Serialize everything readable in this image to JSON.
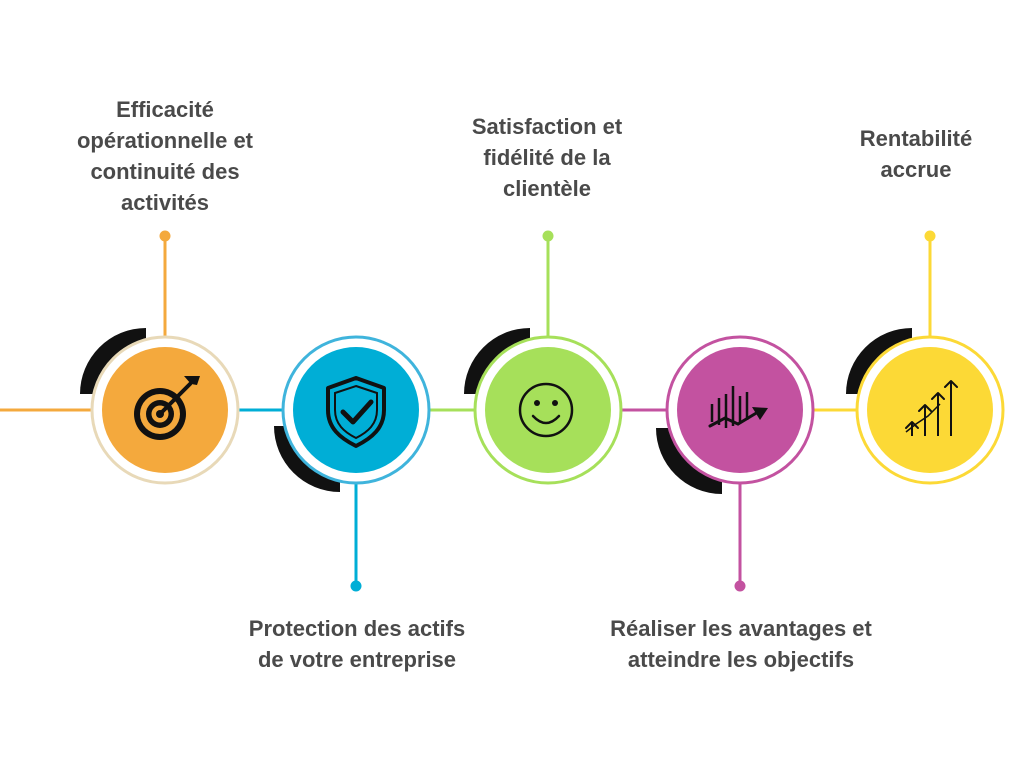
{
  "steps": [
    {
      "label_lines": [
        "Efficacité",
        "opérationnelle et",
        "continuité des",
        "activités"
      ],
      "color": "#F4A93D",
      "outer_ring_color": "#E8D9B8",
      "icon": "target-icon",
      "position": "top"
    },
    {
      "label_lines": [
        "Protection des actifs",
        "de votre entreprise"
      ],
      "color": "#00AED6",
      "outer_ring_color": "#3FB4DC",
      "icon": "shield-check-icon",
      "position": "bottom"
    },
    {
      "label_lines": [
        "Satisfaction et",
        "fidélité de la",
        "clientèle"
      ],
      "color": "#A6E05A",
      "outer_ring_color": "#A6E05A",
      "icon": "smiley-icon",
      "position": "top"
    },
    {
      "label_lines": [
        "Réaliser les avantages et",
        "atteindre les objectifs"
      ],
      "color": "#C352A0",
      "outer_ring_color": "#C352A0",
      "icon": "chart-growth-icon",
      "position": "bottom"
    },
    {
      "label_lines": [
        "Rentabilité",
        "accrue"
      ],
      "color": "#FCD936",
      "outer_ring_color": "#FCD936",
      "icon": "arrows-up-icon",
      "position": "top"
    }
  ],
  "colors": {
    "arc_dark": "#111111",
    "label_text": "#4a4a4a",
    "icon_stroke": "#111111"
  }
}
